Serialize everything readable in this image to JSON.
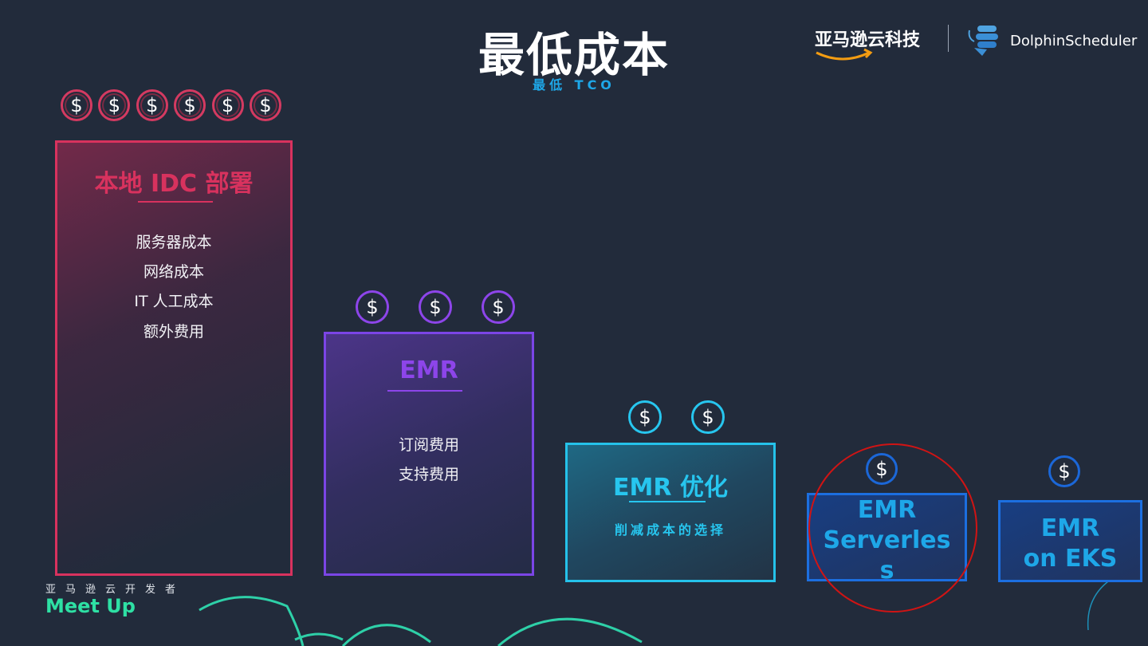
{
  "header": {
    "title": "最低成本",
    "subtitle": "最低 TCO",
    "logo_amazon_text": "亚马逊云科技",
    "logo_dolphin_text": "DolphinScheduler"
  },
  "coins": {
    "symbol": "$",
    "idc_count": 6,
    "emr_count": 3,
    "opt_count": 2,
    "serverless_count": 1,
    "eks_count": 1
  },
  "boxes": {
    "idc": {
      "title": "本地 IDC 部署",
      "items": [
        "服务器成本",
        "网络成本",
        "IT  人工成本",
        "额外费用"
      ]
    },
    "emr": {
      "title": "EMR",
      "items": [
        "订阅费用",
        "支持费用"
      ]
    },
    "opt": {
      "title": "EMR  优化",
      "subtitle": "削减成本的选择"
    },
    "serverless": {
      "title_line1": "EMR",
      "title_line2": "Serverles",
      "title_line3": "s"
    },
    "eks": {
      "title_line1": "EMR",
      "title_line2": "on EKS"
    }
  },
  "footer": {
    "meetup_top": "亚马逊云开发者",
    "meetup": "Meet Up"
  },
  "colors": {
    "background": "#222b3b",
    "idc": "#d8325e",
    "emr": "#8d45ea",
    "opt": "#27c6ef",
    "serverless": "#1c6fe0",
    "meetup": "#2ee0a4",
    "highlight": "#d01414"
  }
}
